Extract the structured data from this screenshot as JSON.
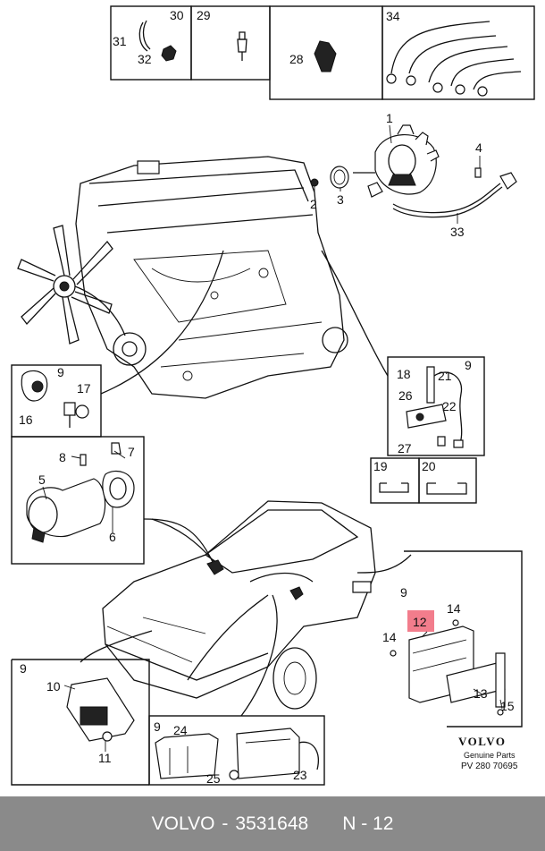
{
  "callouts": {
    "c1": "1",
    "c2": "2",
    "c3": "3",
    "c4": "4",
    "c5": "5",
    "c6": "6",
    "c7": "7",
    "c8": "8",
    "c9": "9",
    "c10": "10",
    "c11": "11",
    "c12": "12",
    "c13": "13",
    "c14": "14",
    "c15": "15",
    "c16": "16",
    "c17": "17",
    "c18": "18",
    "c19": "19",
    "c20": "20",
    "c21": "21",
    "c22": "22",
    "c23": "23",
    "c24": "24",
    "c25": "25",
    "c26": "26",
    "c27": "27",
    "c28": "28",
    "c29": "29",
    "c30": "30",
    "c31": "31",
    "c32": "32",
    "c33": "33",
    "c34": "34"
  },
  "highlight": {
    "callout": "12",
    "color": "#f27d8c"
  },
  "branding": {
    "logo_text": "VOLVO",
    "genuine_label": "Genuine Parts",
    "reference_code": "PV 280 70695"
  },
  "footer": {
    "brand": "VOLVO",
    "separator": "-",
    "part_number": "3531648",
    "position_label": "N - 12",
    "background": "#8a8a8a",
    "text_color": "#ffffff"
  }
}
